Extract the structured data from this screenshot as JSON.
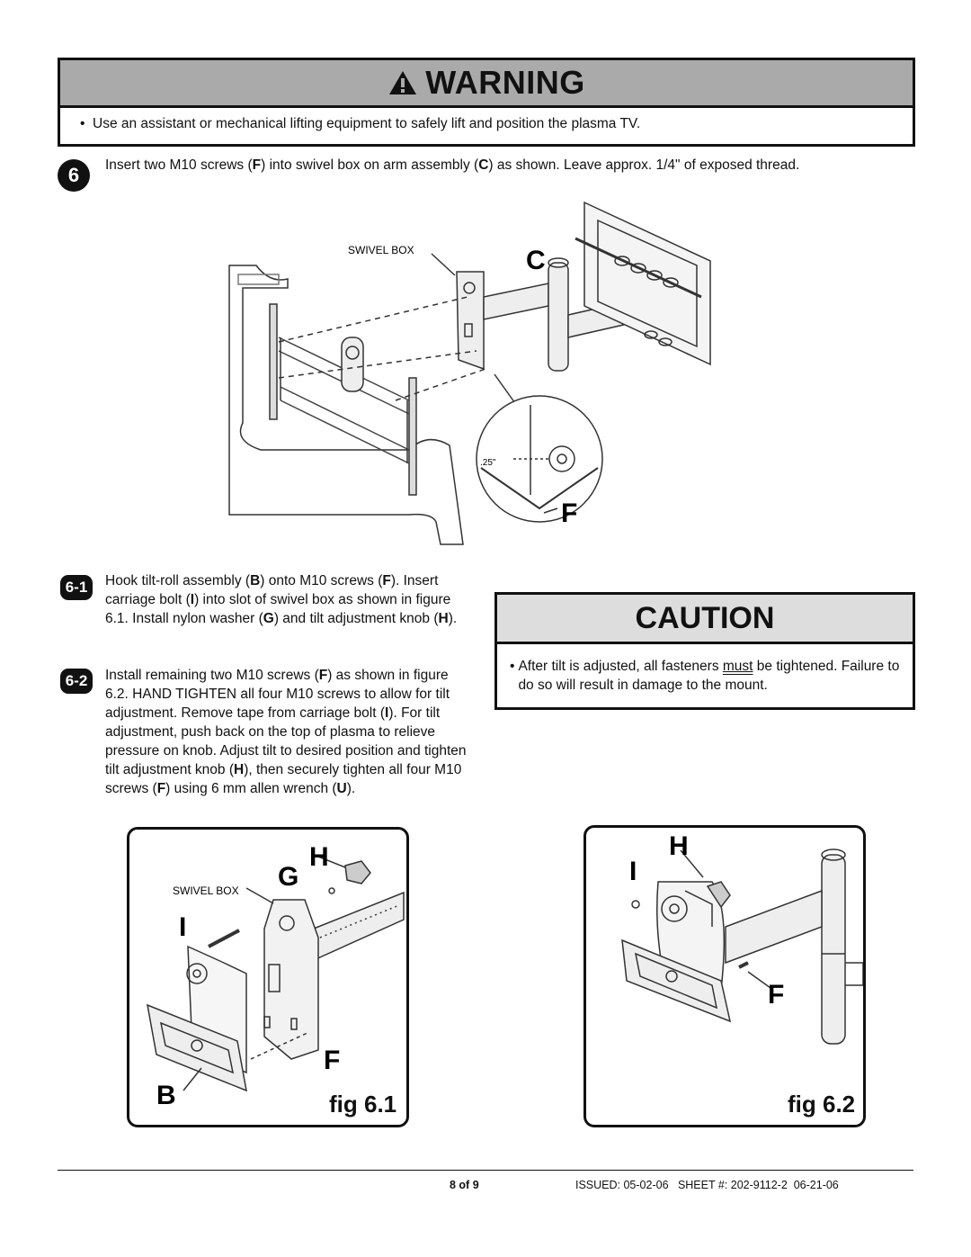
{
  "warning": {
    "title": "WARNING",
    "bullet": "•",
    "text": "Use an assistant or mechanical lifting equipment to safely lift and position the plasma TV."
  },
  "step6": {
    "number": "6",
    "text_a": "Insert two M10 screws (",
    "F": "F",
    "text_b": ") into swivel box on arm assembly (",
    "C": "C",
    "text_c": ") as shown. Leave approx. 1/4\" of exposed thread."
  },
  "diagram_main": {
    "swivel_box_label": "SWIVEL BOX",
    "letter_c": "C",
    "letter_f": "F",
    "measure": ".25\""
  },
  "step6_1": {
    "number": "6-1",
    "t1": "Hook tilt-roll assembly (",
    "B": "B",
    "t2": ") onto M10 screws (",
    "F": "F",
    "t3": "). Insert carriage bolt (",
    "I": "I",
    "t4": ") into slot of swivel box as shown in figure 6.1. Install nylon washer (",
    "G": "G",
    "t5": ") and tilt adjustment knob (",
    "H": "H",
    "t6": ")."
  },
  "step6_2": {
    "number": "6-2",
    "t1": "Install remaining two M10 screws (",
    "F": "F",
    "t2": ") as shown in figure 6.2. HAND TIGHTEN all four M10 screws to allow for tilt adjustment. Remove tape from carriage bolt (",
    "I": "I",
    "t3": "). For tilt adjustment, push back on the top of plasma to relieve pressure on knob. Adjust tilt to desired position and tighten tilt adjustment knob (",
    "H": "H",
    "t4": "), then securely tighten all four M10 screws (",
    "F2": "F",
    "t5": ") using 6 mm allen wrench (",
    "U": "U",
    "t6": ")."
  },
  "caution": {
    "title": "CAUTION",
    "bullet": "•",
    "t1": "After tilt is adjusted, all fasteners ",
    "must": "must",
    "t2": " be tightened. Failure to do so will result in damage to the mount."
  },
  "fig1": {
    "label": "fig 6.1",
    "swivel_box_label": "SWIVEL BOX",
    "H": "H",
    "G": "G",
    "I": "I",
    "F": "F",
    "B": "B"
  },
  "fig2": {
    "label": "fig 6.2",
    "H": "H",
    "I": "I",
    "F": "F"
  },
  "footer": {
    "page": "8 of 9",
    "issued": "ISSUED: 05-02-06   SHEET #: 202-9112-2  06-21-06"
  }
}
